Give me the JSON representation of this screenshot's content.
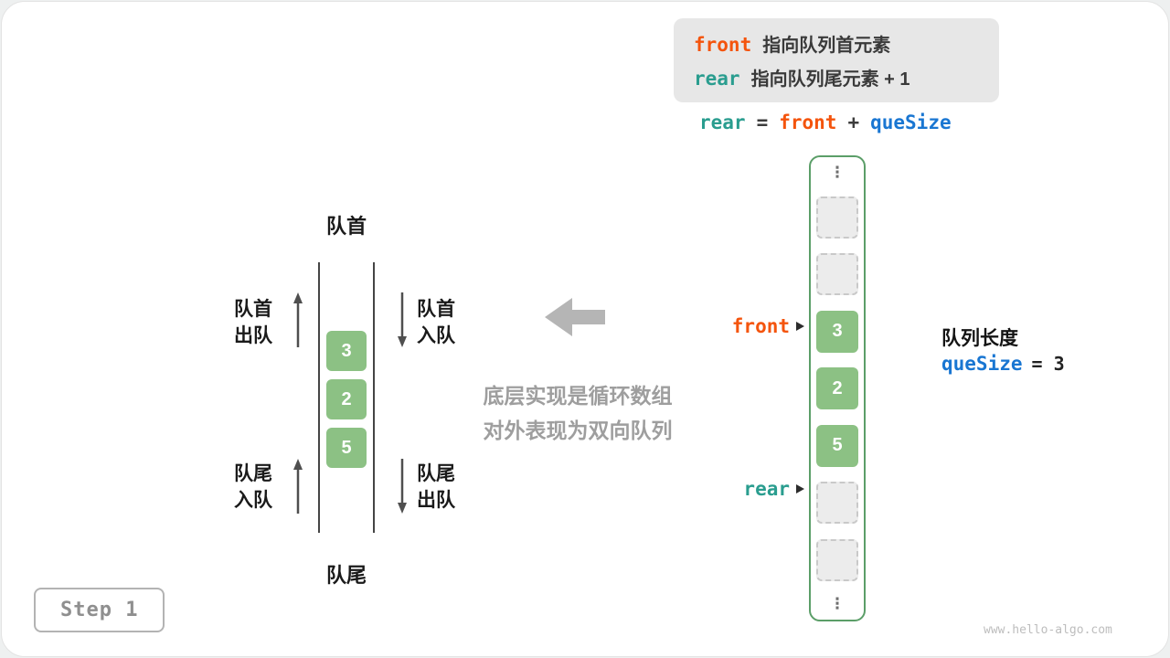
{
  "page": {
    "step_label": "Step 1",
    "watermark": "www.hello-algo.com"
  },
  "legend": {
    "line1": {
      "keyword": "front",
      "text": "指向队列首元素"
    },
    "line2": {
      "keyword": "rear",
      "text": "指向队列尾元素 + 1"
    }
  },
  "formula": {
    "rear": "rear",
    "eq": "=",
    "front": "front",
    "plus": "+",
    "quesize": "queSize"
  },
  "queue_vertical": {
    "top_label": "队首",
    "bottom_label": "队尾",
    "cells": [
      "3",
      "2",
      "5"
    ],
    "left_top": {
      "line1": "队首",
      "line2": "出队"
    },
    "left_bottom": {
      "line1": "队尾",
      "line2": "入队"
    },
    "right_top": {
      "line1": "队首",
      "line2": "入队"
    },
    "right_bottom": {
      "line1": "队尾",
      "line2": "出队"
    }
  },
  "note": {
    "line1": "底层实现是循环数组",
    "line2": "对外表现为双向队列"
  },
  "array": {
    "ellipsis": "⋮",
    "front_label": "front",
    "rear_label": "rear",
    "cells": [
      {
        "value": "",
        "type": "empty"
      },
      {
        "value": "",
        "type": "empty"
      },
      {
        "value": "3",
        "type": "filled"
      },
      {
        "value": "2",
        "type": "filled"
      },
      {
        "value": "5",
        "type": "filled"
      },
      {
        "value": "",
        "type": "empty"
      },
      {
        "value": "",
        "type": "empty"
      }
    ]
  },
  "length_info": {
    "title": "队列长度",
    "var": "queSize",
    "eq_value": "= 3"
  },
  "colors": {
    "front": "#f4540d",
    "rear": "#2a9d8f",
    "quesize": "#1976d2",
    "cell_green": "#8cc184",
    "container_border": "#5b9e68",
    "note_gray": "#9e9e9e",
    "arrow_gray": "#b5b5b5"
  }
}
